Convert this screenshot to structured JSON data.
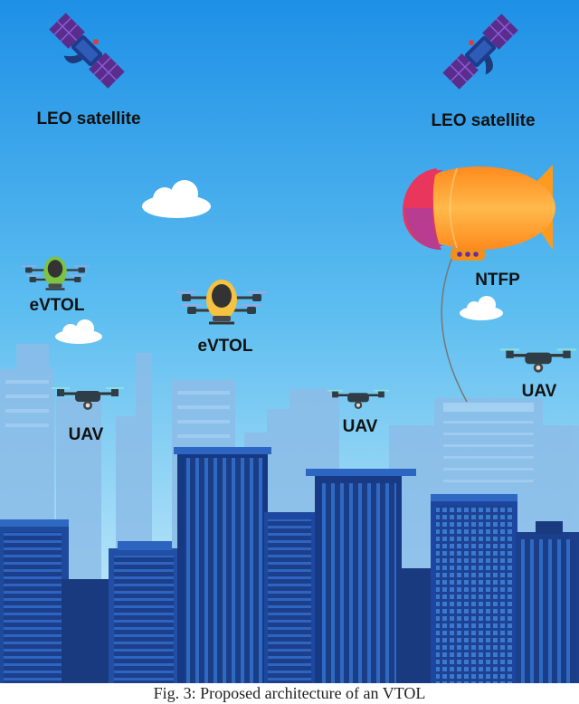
{
  "labels": {
    "leo_left": "LEO satellite",
    "leo_right": "LEO satellite",
    "ntfp": "NTFP",
    "evtol_left": "eVTOL",
    "evtol_center": "eVTOL",
    "uav_left": "UAV",
    "uav_center": "UAV",
    "uav_right": "UAV"
  },
  "caption": "Fig. 3: Proposed architecture of an VTOL",
  "colors": {
    "sky_top": "#1e90e6",
    "sky_bottom": "#cfeffb",
    "building_dark": "#1c3f8c",
    "building_mid": "#2a5db3",
    "building_far": "#7fb4e3",
    "airship_orange": "#ffa726",
    "airship_nose": "#e8365d"
  },
  "icons": [
    "satellite-icon",
    "cloud-icon",
    "airship-icon",
    "evtol-icon",
    "drone-icon",
    "city-skyline"
  ]
}
